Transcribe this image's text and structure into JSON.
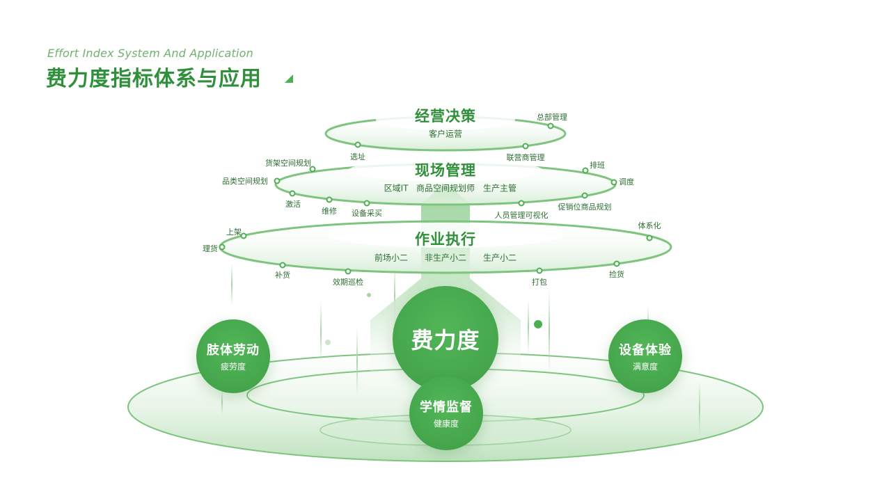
{
  "header": {
    "subtitle": "Effort Index System And Application",
    "title": "费力度指标体系与应用"
  },
  "tiers": {
    "top": {
      "title": "经营决策",
      "subtitle": "客户运营"
    },
    "mid": {
      "title": "现场管理",
      "roles": [
        "区域IT",
        "商品空间规划师",
        "生产主管"
      ]
    },
    "low": {
      "title": "作业执行",
      "roles": [
        "前场小二",
        "非生产小二",
        "生产小二"
      ]
    }
  },
  "tier_labels": {
    "top": [
      "总部管理",
      "选址",
      "联营商管理"
    ],
    "mid": [
      "货架空间规划",
      "品类空间规划",
      "激活",
      "维修",
      "设备采买",
      "排班",
      "调度",
      "促销位商品规划",
      "人员管理可视化"
    ],
    "low": [
      "上架",
      "理货",
      "补货",
      "效期巡检",
      "体系化",
      "捡货",
      "打包"
    ]
  },
  "core": {
    "label": "费力度"
  },
  "dimensions": {
    "body": {
      "title": "肢体劳动",
      "metric": "疲劳度"
    },
    "study": {
      "title": "学情监督",
      "metric": "健康度"
    },
    "device": {
      "title": "设备体验",
      "metric": "满意度"
    }
  },
  "colors": {
    "primary": "#2f8f3a",
    "accent": "#4caf50",
    "light": "#a8d8a8",
    "text": "#2e6e34"
  }
}
